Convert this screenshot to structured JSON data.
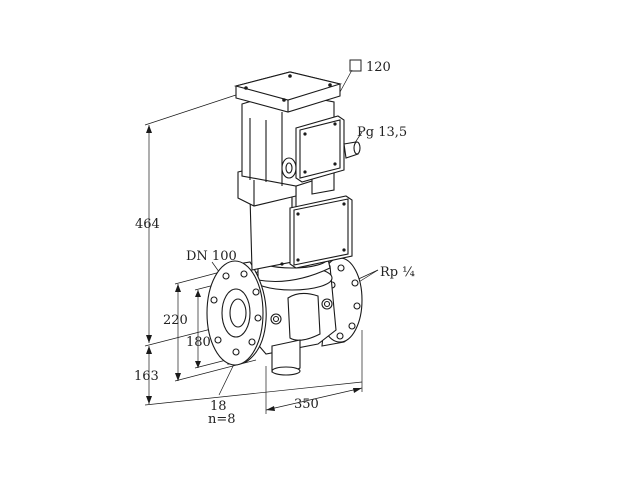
{
  "labels": {
    "square_size": "120",
    "cable_gland": "Pg 13,5",
    "total_height": "464",
    "nominal_diameter": "DN 100",
    "pressure_port": "Rp ¼",
    "flange_outer": "220",
    "bolt_circle": "180",
    "bottom_height": "163",
    "bolt_hole": "18",
    "bolt_count": "n=8",
    "length": "350"
  }
}
